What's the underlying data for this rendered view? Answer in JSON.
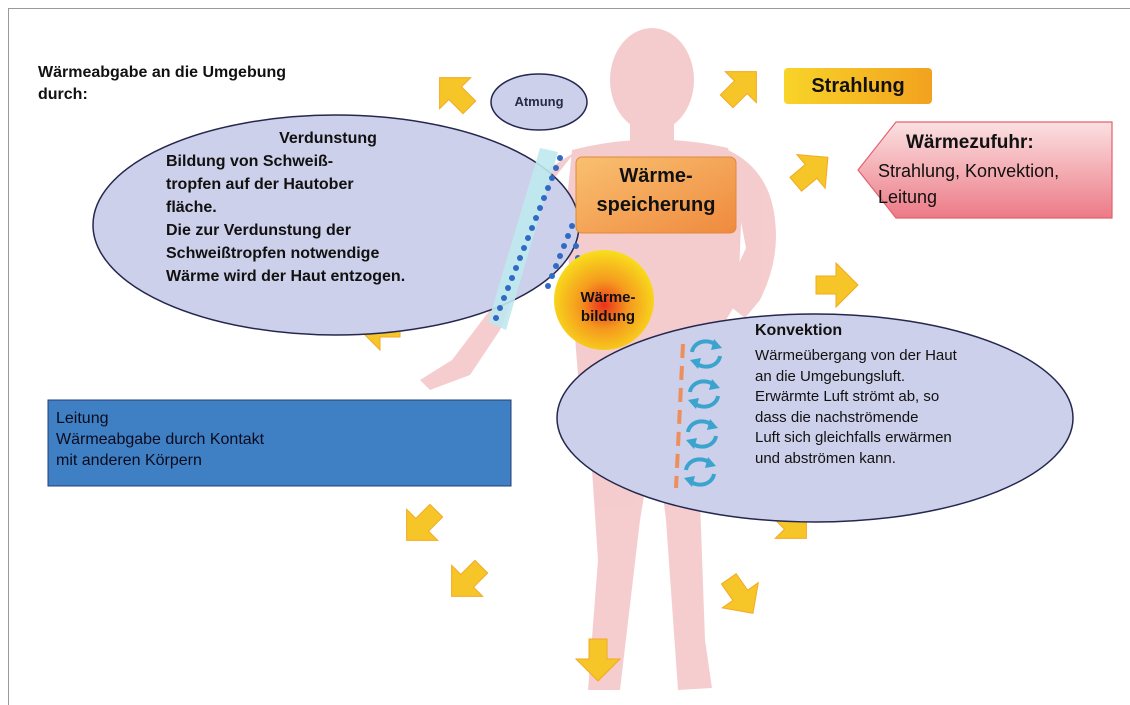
{
  "title": "Wärmeabgabe an die Umgebung\ndurch:",
  "atmung": "Atmung",
  "verdunstung": {
    "heading": "Verdunstung",
    "text": "Bildung von Schweiß-\ntropfen auf der Hautober\nfläche.\nDie zur Verdunstung der\nSchweißtropfen notwendige\nWärme wird der Haut entzogen."
  },
  "speicherung": "Wärme-\nspeicherung",
  "bildung": "Wärme-\nbildung",
  "strahlung": "Strahlung",
  "zufuhr": {
    "heading": "Wärmezufuhr:",
    "text": "Strahlung, Konvektion,\nLeitung"
  },
  "leitung": "Leitung\nWärmeabgabe durch Kontakt\nmit anderen Körpern",
  "konvektion": {
    "heading": "Konvektion",
    "text": "Wärmeübergang von der Haut\nan die Umgebungsluft.\nErwärmte Luft strömt ab, so\ndass die nachströmende\nLuft sich gleichfalls erwärmen\nund abströmen kann."
  },
  "colors": {
    "body": "#f4c4c6",
    "ellipse_fill": "#cdd0ea",
    "ellipse_stroke": "#25274e",
    "arrow": "#f6c528",
    "leitung_box": "#3f7fc3",
    "zufuhr_box": "#ec7a86",
    "speicherung_box": "#f29a4d",
    "drops": "#2f6bc4"
  }
}
